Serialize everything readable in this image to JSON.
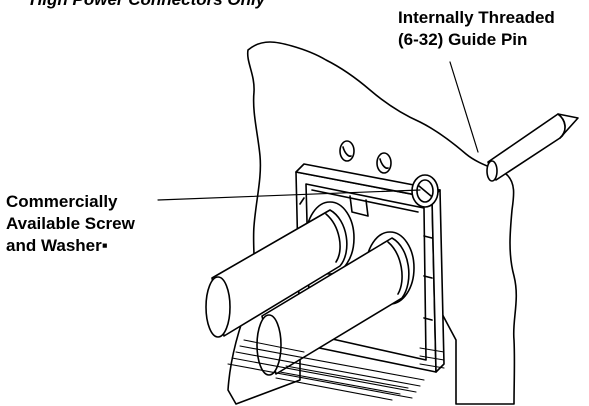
{
  "labels": {
    "top_partial": "High Power Connectors Only",
    "guide_pin_line1": "Internally Threaded",
    "guide_pin_line2": "(6-32) Guide Pin",
    "screw_line1": "Commercially",
    "screw_line2": "Available Screw",
    "screw_line3": "and Washer▪"
  },
  "colors": {
    "ink": "#000000",
    "paper": "#ffffff"
  }
}
